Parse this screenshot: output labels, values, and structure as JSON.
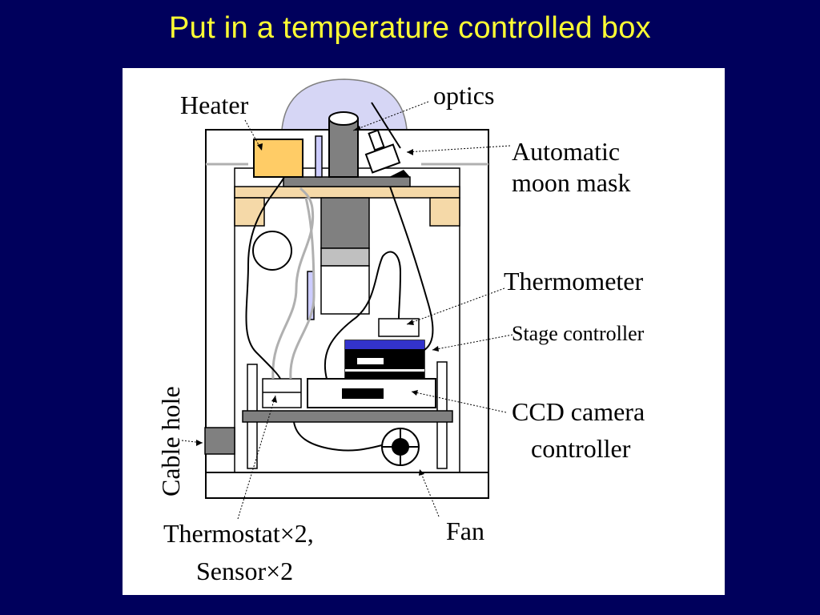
{
  "slide": {
    "title": "Put in a temperature controlled box"
  },
  "diagram": {
    "labels": {
      "optics": "optics",
      "heater": "Heater",
      "moon_mask_line1": "Automatic",
      "moon_mask_line2": "moon mask",
      "thermometer": "Thermometer",
      "stage_controller": "Stage controller",
      "ccd_line1": "CCD camera",
      "ccd_line2": "controller",
      "cable_hole": "Cable hole",
      "fan": "Fan",
      "thermostat_line1": "Thermostat×2,",
      "thermostat_line2": "Sensor×2"
    }
  },
  "colors": {
    "background": "#00005c",
    "title": "#ffff33",
    "heater": "#ffcc66",
    "wood": "#f5d9a8",
    "dome": "#d6d6f5",
    "gray": "#808080",
    "stage_controller_top": "#3333cc"
  }
}
